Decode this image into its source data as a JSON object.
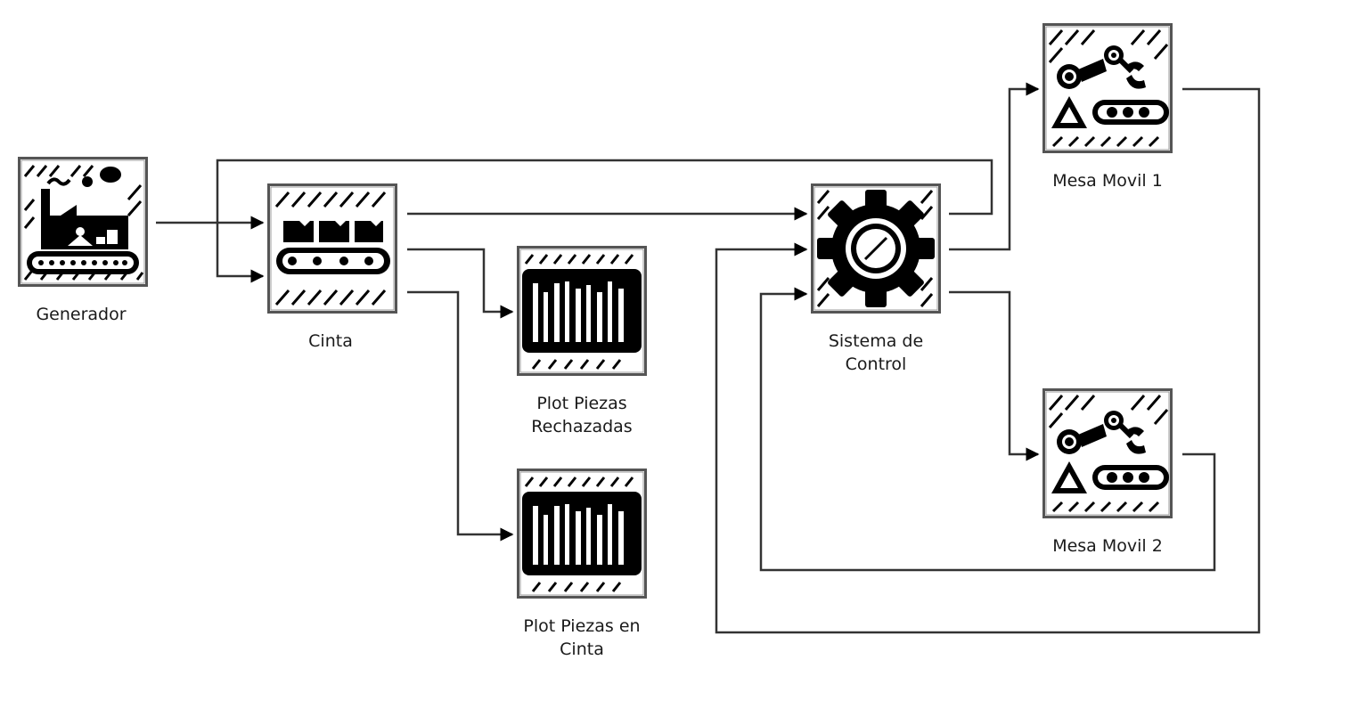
{
  "colors": {
    "wire": "#333333",
    "block_border": "#333333",
    "icon": "#000000",
    "background": "#ffffff"
  },
  "blocks": {
    "generador": {
      "label": "Generador",
      "icon": "factory-icon"
    },
    "cinta": {
      "label": "Cinta",
      "icon": "conveyor-icon"
    },
    "plot_rech": {
      "label": "Plot Piezas\nRechazadas",
      "icon": "bar-plot-icon"
    },
    "plot_cinta": {
      "label": "Plot Piezas en\nCinta",
      "icon": "bar-plot-icon"
    },
    "control": {
      "label": "Sistema de\nControl",
      "icon": "gear-icon"
    },
    "mesa1": {
      "label": "Mesa Movil 1",
      "icon": "robot-arm-icon"
    },
    "mesa2": {
      "label": "Mesa Movil 2",
      "icon": "robot-arm-icon"
    }
  }
}
